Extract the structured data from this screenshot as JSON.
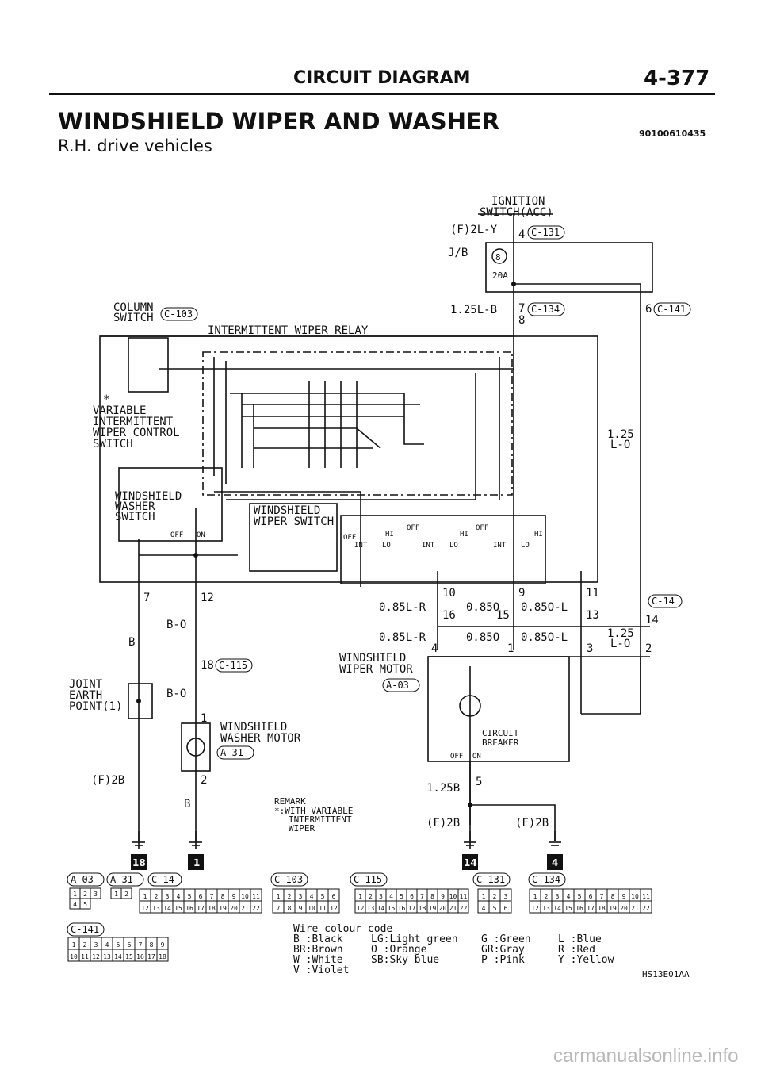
{
  "header": {
    "section": "CIRCUIT DIAGRAM",
    "page": "4-377",
    "title": "WINDSHIELD WIPER AND WASHER",
    "code": "90100610435",
    "subtitle": "R.H. drive vehicles"
  },
  "components": {
    "ignition_switch": [
      "IGNITION",
      "SWITCH(ACC)"
    ],
    "jb": "J/B",
    "fuse_no": "8",
    "fuse_rating": "20A",
    "column_switch": [
      "COLUMN",
      "SWITCH"
    ],
    "relay": "INTERMITTENT WIPER RELAY",
    "var_switch": [
      "*",
      "VARIABLE",
      "INTERMITTENT",
      "WIPER CONTROL",
      "SWITCH"
    ],
    "washer_switch": [
      "WINDSHIELD",
      "WASHER",
      "SWITCH"
    ],
    "washer_switch_pos": [
      "OFF",
      "ON"
    ],
    "wiper_switch": [
      "WINDSHIELD",
      "WIPER SWITCH"
    ],
    "wiper_switch_pos": [
      "OFF",
      "HI",
      "LO",
      "INT",
      "OFF",
      "HI",
      "LO",
      "INT",
      "HI",
      "LO",
      "INT",
      "OFF"
    ],
    "wiper_motor": [
      "WINDSHIELD",
      "WIPER MOTOR"
    ],
    "washer_motor": [
      "WINDSHIELD",
      "WASHER MOTOR"
    ],
    "joint_earth": [
      "JOINT",
      "EARTH",
      "POINT(1)"
    ],
    "circuit_breaker": [
      "CIRCUIT",
      "BREAKER"
    ],
    "breaker_pos": [
      "OFF",
      "ON"
    ],
    "remark": [
      "REMARK",
      "*:WITH VARIABLE",
      "INTERMITTENT",
      "WIPER"
    ]
  },
  "connectors": [
    "C-131",
    "C-134",
    "C-141",
    "C-103",
    "C-14",
    "C-115",
    "A-03",
    "A-31"
  ],
  "wires": {
    "w1": "(F)2L-Y",
    "w2": "1.25L-B",
    "w3": "1.25",
    "w3b": "L-O",
    "w4": "B-O",
    "w5": "B",
    "w6": "B-O",
    "w7": "(F)2B",
    "w8": "B",
    "w9": "0.85L-R",
    "w10": "0.85O",
    "w11": "0.85O-L",
    "w12": "0.85L-R",
    "w13": "0.85O",
    "w14": "0.85O-L",
    "w15": "1.25",
    "w15b": "L-O",
    "w16": "1.25B",
    "w17": "(F)2B",
    "w18": "(F)2B"
  },
  "pins": [
    "4",
    "7",
    "8",
    "6",
    "7",
    "12",
    "18",
    "1",
    "2",
    "10",
    "9",
    "11",
    "16",
    "15",
    "13",
    "14",
    "4",
    "1",
    "3",
    "2",
    "5"
  ],
  "grounds": [
    "18",
    "1",
    "14",
    "4"
  ],
  "connector_row": [
    "A-03",
    "A-31",
    "C-14",
    "C-103",
    "C-115",
    "C-131",
    "C-134",
    "C-141"
  ],
  "connector_pins": {
    "a03": [
      "1",
      "2",
      "3",
      "4",
      "5"
    ],
    "a31": [
      "1",
      "2"
    ],
    "c14": [
      "1",
      "2",
      "3",
      "4",
      "5",
      "6",
      "7",
      "8",
      "9",
      "10",
      "11",
      "12",
      "13",
      "14",
      "15",
      "16",
      "17",
      "18",
      "19",
      "20",
      "21",
      "22"
    ],
    "c103": [
      "1",
      "2",
      "3",
      "4",
      "5",
      "6",
      "7",
      "8",
      "9",
      "10",
      "11",
      "12"
    ],
    "c115": [
      "1",
      "2",
      "3",
      "4",
      "5",
      "6",
      "7",
      "8",
      "9",
      "10",
      "11",
      "12",
      "13",
      "14",
      "15",
      "16",
      "17",
      "18",
      "19",
      "20",
      "21",
      "22"
    ],
    "c131": [
      "1",
      "2",
      "3",
      "4",
      "5",
      "6"
    ],
    "c134": [
      "1",
      "2",
      "3",
      "4",
      "5",
      "6",
      "7",
      "8",
      "9",
      "10",
      "11",
      "12",
      "13",
      "14",
      "15",
      "16",
      "17",
      "18",
      "19",
      "20",
      "21",
      "22"
    ],
    "c141": [
      "1",
      "2",
      "3",
      "4",
      "5",
      "6",
      "7",
      "8",
      "9",
      "10",
      "11",
      "12",
      "13",
      "14",
      "15",
      "16",
      "17",
      "18"
    ]
  },
  "legend": {
    "title": "Wire colour code",
    "rows": [
      [
        "B :Black",
        "LG:Light green",
        "G :Green",
        "L :Blue"
      ],
      [
        "BR:Brown",
        "O :Orange",
        "GR:Gray",
        "R :Red"
      ],
      [
        "W :White",
        "SB:Sky blue",
        "P :Pink",
        "Y :Yellow"
      ],
      [
        "V :Violet",
        "",
        "",
        ""
      ]
    ]
  },
  "figure_code": "HS13E01AA",
  "watermark": "carmanualsonline.info"
}
